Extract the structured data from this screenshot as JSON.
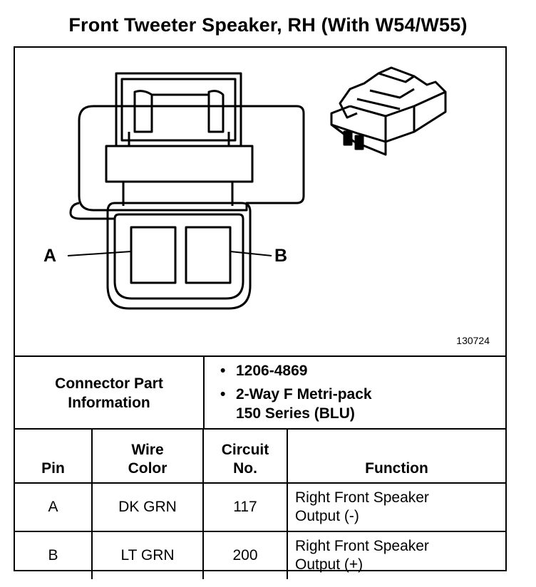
{
  "title": "Front Tweeter Speaker, RH (With W54/W55)",
  "figure": {
    "figure_id": "130724",
    "callouts": {
      "a": "A",
      "b": "B"
    }
  },
  "connector_info": {
    "label_line1": "Connector Part",
    "label_line2": "Information",
    "items": [
      "1206-4869",
      "2-Way F Metri-pack",
      "150 Series (BLU)"
    ]
  },
  "pin_table": {
    "headers": {
      "pin": "Pin",
      "wire_color_line1": "Wire",
      "wire_color_line2": "Color",
      "circuit_line1": "Circuit",
      "circuit_line2": "No.",
      "function": "Function"
    },
    "rows": [
      {
        "pin": "A",
        "wire_color": "DK GRN",
        "circuit": "117",
        "function_line1": "Right Front Speaker",
        "function_line2": "Output (-)"
      },
      {
        "pin": "B",
        "wire_color": "LT GRN",
        "circuit": "200",
        "function_line1": "Right Front Speaker",
        "function_line2": "Output (+)"
      }
    ]
  }
}
